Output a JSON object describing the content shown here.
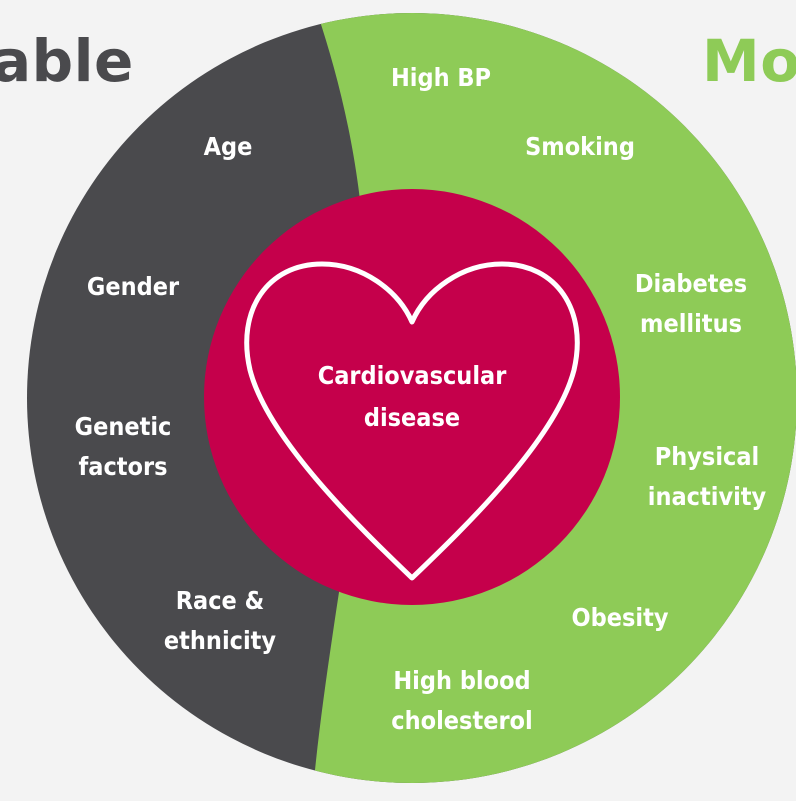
{
  "header": {
    "left_label": "able",
    "right_label": "Mo"
  },
  "center": {
    "title": "Cardiovascular\ndisease"
  },
  "non_modifiable_factors": [
    "Age",
    "Gender",
    "Genetic\nfactors",
    "Race &\nethnicity"
  ],
  "modifiable_factors": [
    "High BP",
    "Smoking",
    "Diabetes\nmellitus",
    "Physical\ninactivity",
    "Obesity",
    "High blood\ncholesterol"
  ],
  "colors": {
    "background": "#f3f3f3",
    "non_modifiable": "#4a4a4d",
    "modifiable": "#8ecb57",
    "center": "#c5004b",
    "text": "#ffffff"
  }
}
